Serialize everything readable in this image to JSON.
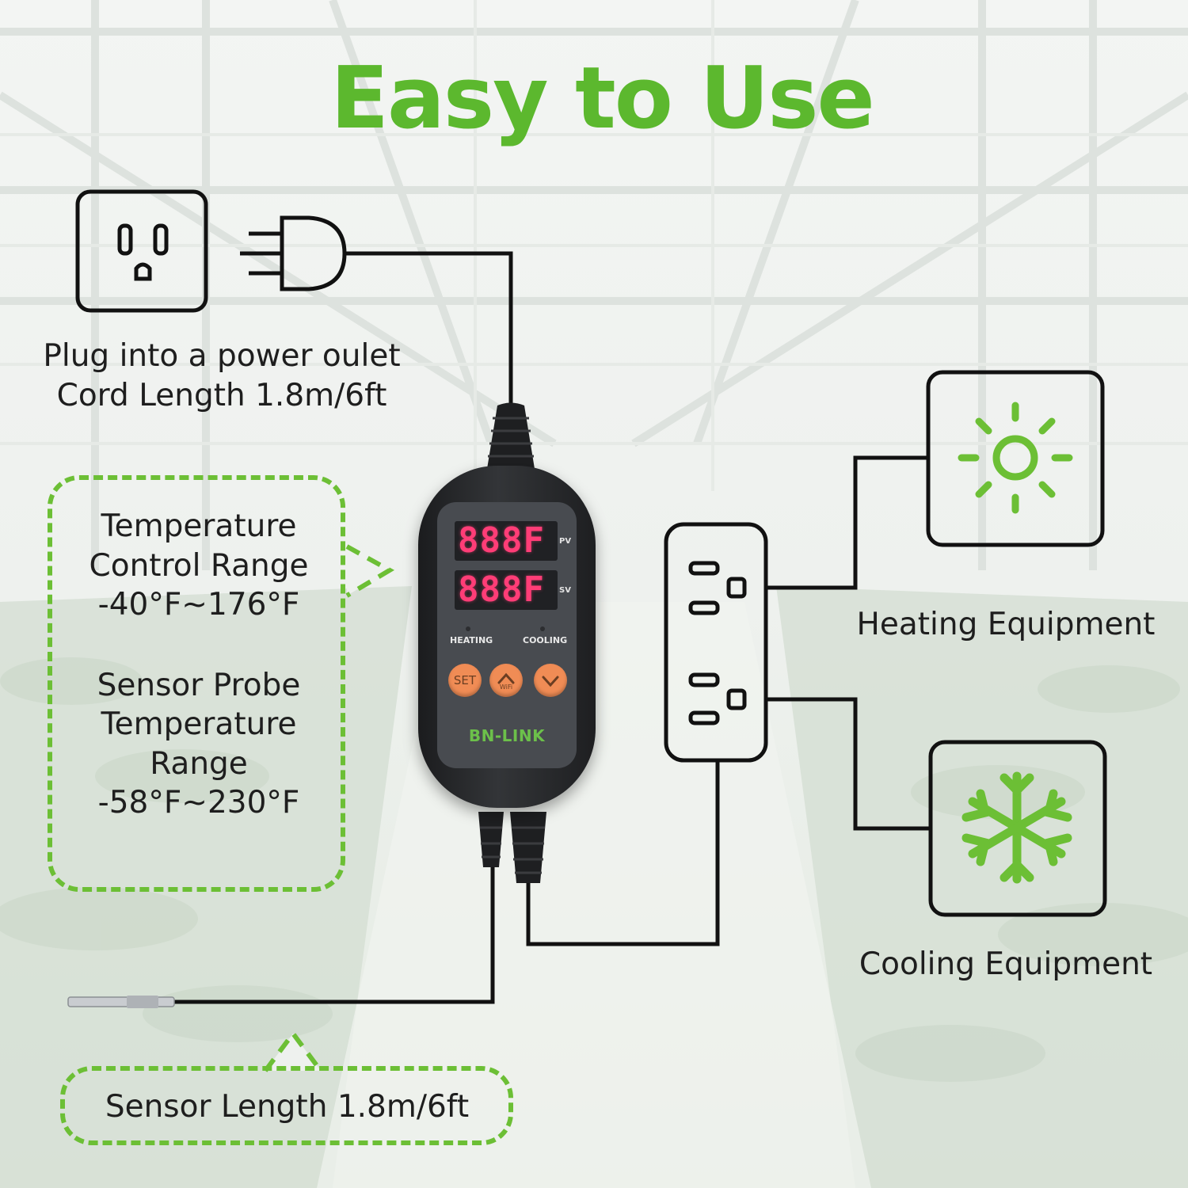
{
  "title": "Easy to Use",
  "plug_caption": {
    "line1": "Plug into a power oulet",
    "line2": "Cord Length 1.8m/6ft"
  },
  "temperature_info": {
    "control_line1": "Temperature",
    "control_line2": "Control Range",
    "control_value": "-40°F~176°F",
    "probe_line1": "Sensor Probe",
    "probe_line2": "Temperature",
    "probe_line3": "Range",
    "probe_value": "-58°F~230°F"
  },
  "sensor_length": "Sensor Length 1.8m/6ft",
  "heating_label": "Heating Equipment",
  "cooling_label": "Cooling Equipment",
  "controller": {
    "pv_reading": "888F",
    "sv_reading": "888F",
    "pv_tag": "PV",
    "sv_tag": "SV",
    "heating_mode": "HEATING",
    "cooling_mode": "COOLING",
    "set_button": "SET",
    "wifi_label": "WiFi",
    "brand": "BN-LINK"
  },
  "colors": {
    "accent_green": "#5cb82e",
    "dashed_border": "#6cbf35",
    "display_red": "#ff3d77",
    "button_orange": "#f08c55",
    "line_black": "#111111"
  },
  "icons": [
    "wall-outlet-icon",
    "power-plug-icon",
    "power-strip-icon",
    "sun-icon",
    "snowflake-icon",
    "temperature-probe-icon"
  ]
}
